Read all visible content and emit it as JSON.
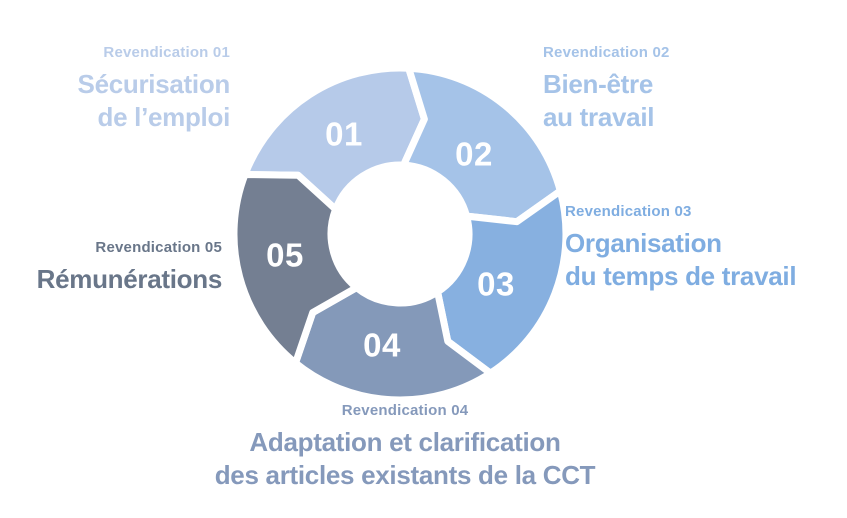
{
  "diagram": {
    "kind": "cycle-infographic",
    "background_color": "#ffffff",
    "separator_color": "#ffffff",
    "number_text_color": "#ffffff",
    "segments": [
      {
        "number": "01",
        "color": "#b6cae9",
        "text_color": "#b9cce9",
        "eyebrow": "Revendication 01",
        "title": "Sécurisation\nde l’emploi"
      },
      {
        "number": "02",
        "color": "#a5c3e8",
        "text_color": "#a5c3e8",
        "eyebrow": "Revendication 02",
        "title": "Bien-être\nau travail"
      },
      {
        "number": "03",
        "color": "#87b0e0",
        "text_color": "#7fade1",
        "eyebrow": "Revendication 03",
        "title": "Organisation\ndu temps de travail"
      },
      {
        "number": "04",
        "color": "#8499b9",
        "text_color": "#8599bb",
        "eyebrow": "Revendication 04",
        "title": "Adaptation et clarification\ndes articles existants de la CCT"
      },
      {
        "number": "05",
        "color": "#747f92",
        "text_color": "#697689",
        "eyebrow": "Revendication 05",
        "title": "Rémunérations"
      }
    ]
  }
}
